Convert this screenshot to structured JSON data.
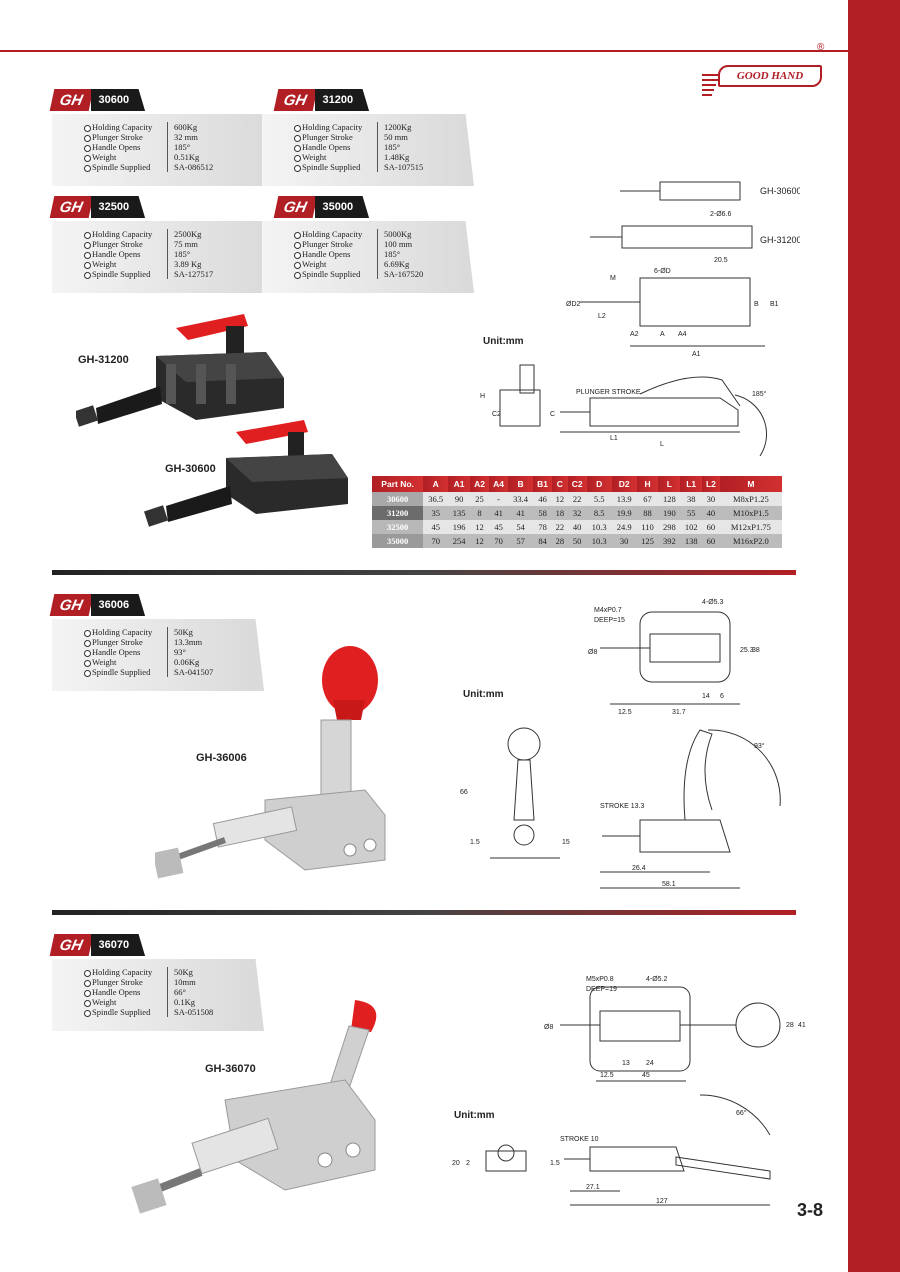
{
  "brand": {
    "logo_text": "GOOD HAND",
    "reg": "®"
  },
  "page_number": "3-8",
  "unit_label": "Unit:mm",
  "spec_labels": [
    "Holding Capacity",
    "Plunger Stroke",
    "Handle Opens",
    "Weight",
    "Spindle Supplied"
  ],
  "gh": "GH",
  "models": {
    "m30600": {
      "code": "30600",
      "values": [
        "600Kg",
        "32 mm",
        "185°",
        "0.51Kg",
        "SA-086512"
      ]
    },
    "m31200": {
      "code": "31200",
      "values": [
        "1200Kg",
        "50 mm",
        "185°",
        "1.48Kg",
        "SA-107515"
      ]
    },
    "m32500": {
      "code": "32500",
      "values": [
        "2500Kg",
        "75 mm",
        "185°",
        "3.89 Kg",
        "SA-127517"
      ]
    },
    "m35000": {
      "code": "35000",
      "values": [
        "5000Kg",
        "100 mm",
        "185°",
        "6.69Kg",
        "SA-167520"
      ]
    },
    "m36006": {
      "code": "36006",
      "values": [
        "50Kg",
        "13.3mm",
        "93°",
        "0.06Kg",
        "SA-041507"
      ]
    },
    "m36070": {
      "code": "36070",
      "values": [
        "50Kg",
        "10mm",
        "66°",
        "0.1Kg",
        "SA-051508"
      ]
    }
  },
  "product_labels": {
    "p31200": "GH-31200",
    "p30600": "GH-30600",
    "p36006": "GH-36006",
    "p36070": "GH-36070"
  },
  "drawing_labels": {
    "d1": [
      "GH-30600",
      "GH-31200",
      "2-Ø6.6",
      "6-ØD",
      "20.5",
      "M",
      "L2",
      "ØD2",
      "A2",
      "A",
      "A4",
      "A1",
      "B",
      "B1",
      "PLUNGER STROKE",
      "H",
      "C2",
      "C",
      "L1",
      "L",
      "185°"
    ],
    "d2": [
      "M4xP0.7",
      "DEEP=15",
      "4-Ø5.3",
      "Ø8",
      "25.3",
      "38",
      "14",
      "6",
      "12.5",
      "31.7",
      "66",
      "1.5",
      "15",
      "STROKE 13.3",
      "26.4",
      "58.1",
      "93°"
    ],
    "d3": [
      "M5xP0.8",
      "DEEP=19",
      "4-Ø5.2",
      "Ø8",
      "28",
      "41",
      "13",
      "24",
      "12.5",
      "45",
      "20",
      "2",
      "1.5",
      "STROKE 10",
      "27.1",
      "127",
      "66°"
    ]
  },
  "table": {
    "headers": [
      "Part No.",
      "A",
      "A1",
      "A2",
      "A4",
      "B",
      "B1",
      "C",
      "C2",
      "D",
      "D2",
      "H",
      "L",
      "L1",
      "L2",
      "M"
    ],
    "rows": [
      [
        "30600",
        "36.5",
        "90",
        "25",
        "-",
        "33.4",
        "46",
        "12",
        "22",
        "5.5",
        "13.9",
        "67",
        "128",
        "38",
        "30",
        "M8xP1.25"
      ],
      [
        "31200",
        "35",
        "135",
        "8",
        "41",
        "41",
        "58",
        "18",
        "32",
        "8.5",
        "19.9",
        "88",
        "190",
        "55",
        "40",
        "M10xP1.5"
      ],
      [
        "32500",
        "45",
        "196",
        "12",
        "45",
        "54",
        "78",
        "22",
        "40",
        "10.3",
        "24.9",
        "110",
        "298",
        "102",
        "60",
        "M12xP1.75"
      ],
      [
        "35000",
        "70",
        "254",
        "12",
        "70",
        "57",
        "84",
        "28",
        "50",
        "10.3",
        "30",
        "125",
        "392",
        "138",
        "60",
        "M16xP2.0"
      ]
    ]
  },
  "colors": {
    "brand_red": "#b11f24",
    "handle_red": "#e02020",
    "dark": "#1a1a1a"
  }
}
